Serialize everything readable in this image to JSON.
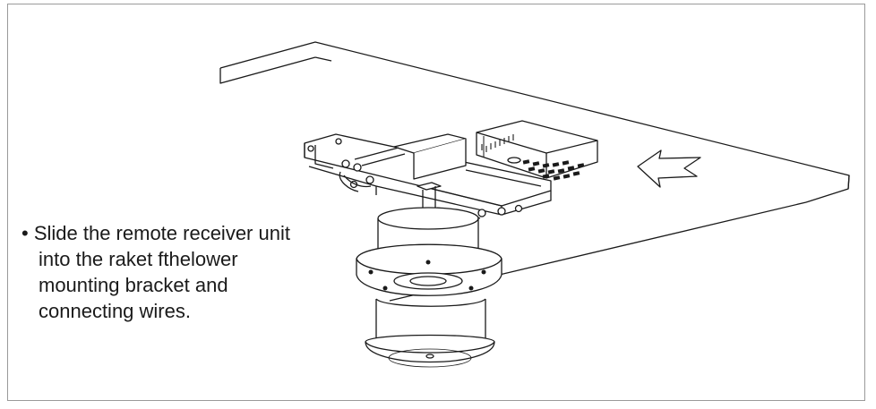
{
  "instruction": {
    "bullet": "•",
    "lines": [
      "Slide the remote receiver unit",
      "into the raket fthelower",
      "mounting bracket and",
      "connecting wires."
    ]
  },
  "colors": {
    "stroke": "#1a1a1a",
    "fill": "#ffffff",
    "shade": "#d9d9d9",
    "frame": "#9a9a9a"
  }
}
